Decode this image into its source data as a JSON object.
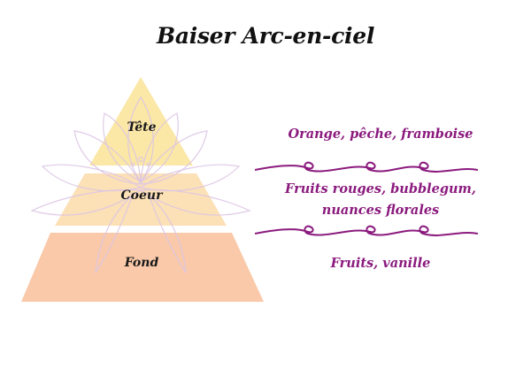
{
  "title": "Baiser Arc-en-ciel",
  "colors": {
    "top_tier": "#fbe7a6",
    "middle_tier": "#fce0b6",
    "base_tier": "#f9c9a9",
    "accent": "#8b1a7e",
    "lotus_outline": "#dcc6e4"
  },
  "tiers": [
    {
      "label": "Tête",
      "notes": "Orange, pêche, framboise"
    },
    {
      "label": "Coeur",
      "notes_line1": "Fruits rouges, bubblegum,",
      "notes_line2": "nuances florales"
    },
    {
      "label": "Fond",
      "notes": "Fruits, vanille"
    }
  ],
  "decorations": {
    "watermark_icon": "lotus-flower-icon",
    "divider_icon": "ornamental-swirl-divider"
  }
}
